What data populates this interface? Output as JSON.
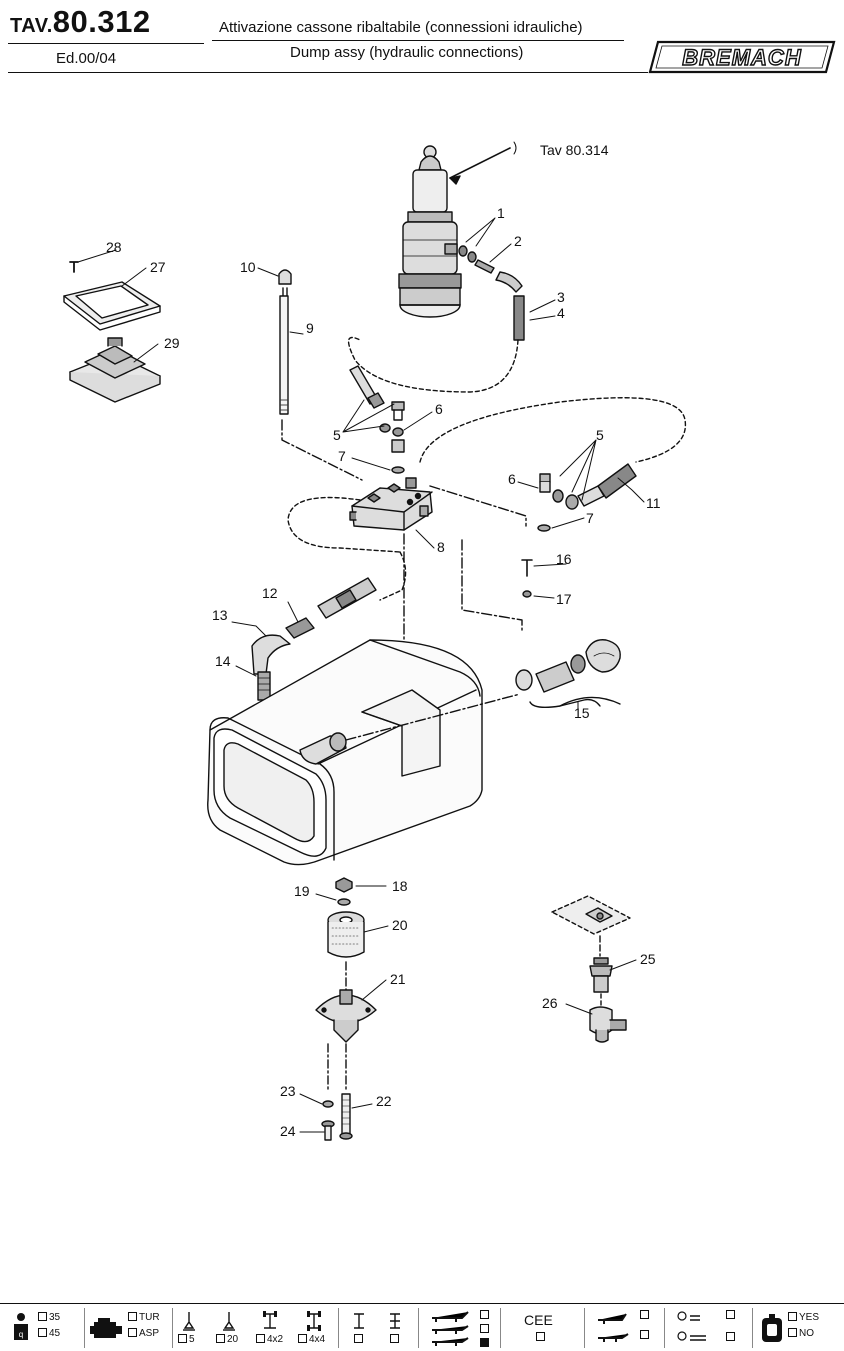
{
  "header": {
    "tav_prefix": "TAV.",
    "tav_number": "80.312",
    "edition": "Ed.00/04",
    "title_it": "Attivazione cassone ribaltabile (connessioni idrauliche)",
    "title_en": "Dump assy (hydraulic connections)",
    "brand": "BREMACH"
  },
  "diagram": {
    "reference": "Tav 80.314",
    "callouts": [
      "1",
      "2",
      "3",
      "4",
      "5",
      "5",
      "6",
      "6",
      "7",
      "7",
      "8",
      "9",
      "10",
      "11",
      "12",
      "13",
      "14",
      "15",
      "16",
      "17",
      "18",
      "19",
      "20",
      "21",
      "22",
      "23",
      "24",
      "25",
      "26",
      "27",
      "28",
      "29"
    ]
  },
  "footer": {
    "weight": [
      "35",
      "45"
    ],
    "engine": [
      "TUR",
      "ASP"
    ],
    "gears": [
      "5",
      "20"
    ],
    "drive": [
      "4x2",
      "4x4"
    ],
    "standard": "CEE",
    "option": [
      "YES",
      "NO"
    ]
  },
  "colors": {
    "ink": "#111111",
    "paper": "#ffffff"
  }
}
